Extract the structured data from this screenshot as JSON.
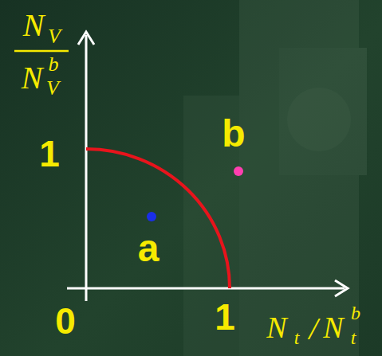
{
  "diagram": {
    "labels": [
      "1",
      "0",
      "1",
      "a",
      "b",
      "N",
      "V",
      "N",
      "V",
      "b",
      "N",
      "t",
      "/",
      "N",
      "t",
      "b"
    ]
  }
}
